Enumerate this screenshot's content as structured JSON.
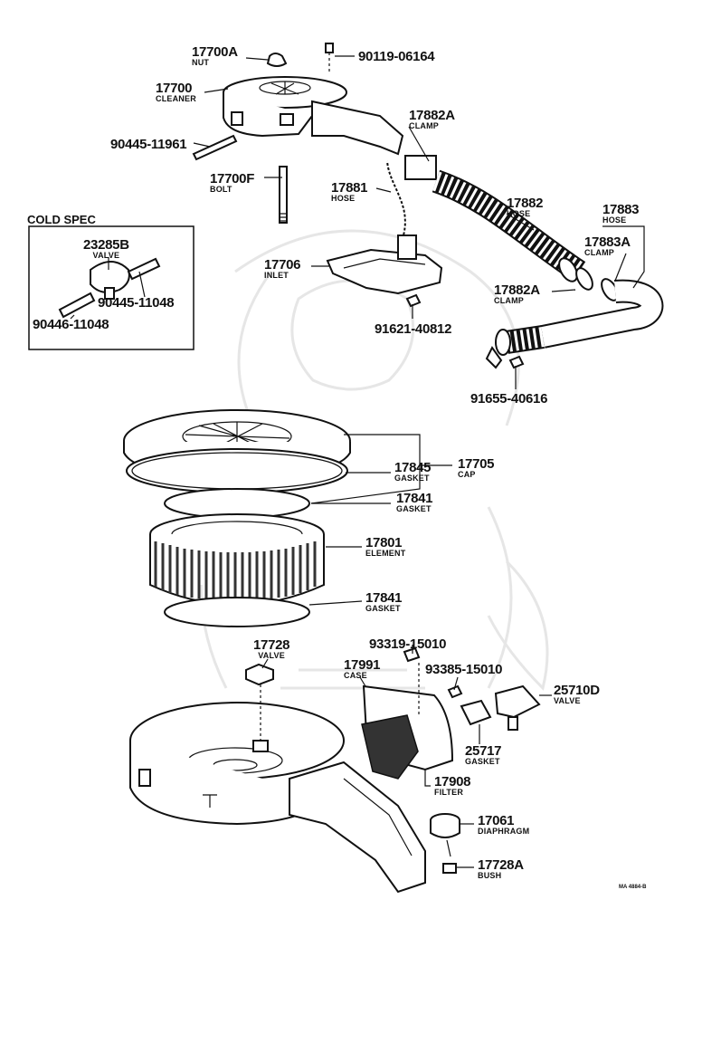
{
  "watermark_icon": "samurai-helmet-watermark",
  "footer_code": "MA 4884-B",
  "cold_spec_title": "COLD SPEC",
  "labels": [
    {
      "id": "p17700a",
      "num": "17700A",
      "name": "NUT"
    },
    {
      "id": "p90119",
      "num": "90119-06164",
      "name": ""
    },
    {
      "id": "p17700",
      "num": "17700",
      "name": "CLEANER"
    },
    {
      "id": "p17882a_top",
      "num": "17882A",
      "name": "CLAMP"
    },
    {
      "id": "p90445_11961",
      "num": "90445-11961",
      "name": ""
    },
    {
      "id": "p17700f",
      "num": "17700F",
      "name": "BOLT"
    },
    {
      "id": "p17881",
      "num": "17881",
      "name": "HOSE"
    },
    {
      "id": "p17882",
      "num": "17882",
      "name": "HOSE"
    },
    {
      "id": "p17883",
      "num": "17883",
      "name": "HOSE"
    },
    {
      "id": "p17883a",
      "num": "17883A",
      "name": "CLAMP"
    },
    {
      "id": "p17706",
      "num": "17706",
      "name": "INLET"
    },
    {
      "id": "p17882a_low",
      "num": "17882A",
      "name": "CLAMP"
    },
    {
      "id": "p91621",
      "num": "91621-40812",
      "name": ""
    },
    {
      "id": "p91655",
      "num": "91655-40616",
      "name": ""
    },
    {
      "id": "p23285b",
      "num": "23285B",
      "name": "VALVE"
    },
    {
      "id": "p90445_11048",
      "num": "90445-11048",
      "name": ""
    },
    {
      "id": "p90446_11048",
      "num": "90446-11048",
      "name": ""
    },
    {
      "id": "p17845",
      "num": "17845",
      "name": "GASKET"
    },
    {
      "id": "p17705",
      "num": "17705",
      "name": "CAP"
    },
    {
      "id": "p17841_top",
      "num": "17841",
      "name": "GASKET"
    },
    {
      "id": "p17801",
      "num": "17801",
      "name": "ELEMENT"
    },
    {
      "id": "p17841_low",
      "num": "17841",
      "name": "GASKET"
    },
    {
      "id": "p17728",
      "num": "17728",
      "name": "VALVE"
    },
    {
      "id": "p93319",
      "num": "93319-15010",
      "name": ""
    },
    {
      "id": "p17991",
      "num": "17991",
      "name": "CASE"
    },
    {
      "id": "p93385",
      "num": "93385-15010",
      "name": ""
    },
    {
      "id": "p25710d",
      "num": "25710D",
      "name": "VALVE"
    },
    {
      "id": "p25717",
      "num": "25717",
      "name": "GASKET"
    },
    {
      "id": "p17908",
      "num": "17908",
      "name": "FILTER"
    },
    {
      "id": "p17061",
      "num": "17061",
      "name": "DIAPHRAGM"
    },
    {
      "id": "p17728a",
      "num": "17728A",
      "name": "BUSH"
    }
  ]
}
